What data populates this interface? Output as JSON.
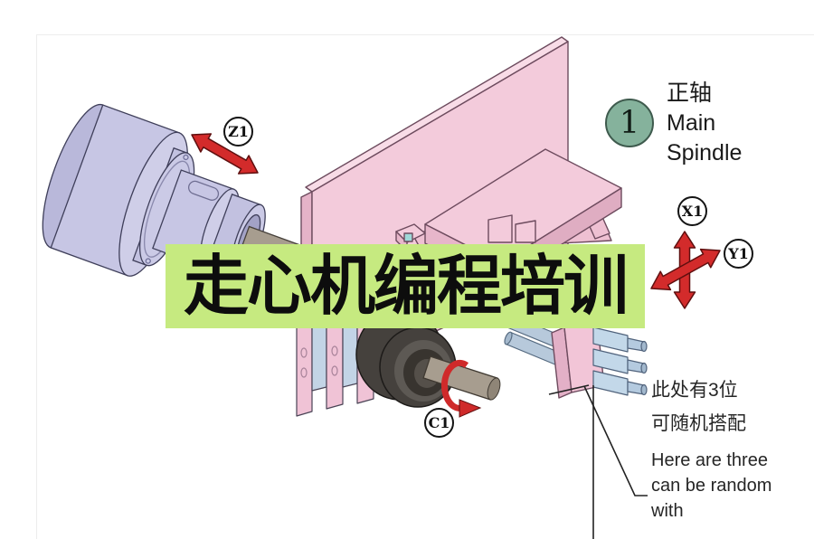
{
  "banner": {
    "text": "走心机编程培训"
  },
  "spindle_callout": {
    "number": "1",
    "label_zh": "正轴",
    "label_en_line1": "Main",
    "label_en_line2": "Spindle"
  },
  "axis_labels": {
    "z": "Z1",
    "x": "X1",
    "y": "Y1",
    "c": "C1"
  },
  "tool_note": {
    "zh_line1": "此处有3位",
    "zh_line2": "可随机搭配",
    "en_line1": "Here are three",
    "en_line2": "can be random",
    "en_line3": "with"
  },
  "icons": {
    "z_axis_arrow": "double-arrow-diagonal",
    "x_axis_arrow": "double-arrow-vertical",
    "y_axis_arrow": "double-arrow-diagonal",
    "c_axis_arrow": "rotation-arrow"
  },
  "colors": {
    "banner_bg": "#c6ea80",
    "badge_green": "#85b29c",
    "arrow_red": "#d32b2b",
    "machine_pink": "#f3cbdb",
    "spindle_purple": "#c7c6e4",
    "tool_blue": "#c3d8e9",
    "guide_bushing_gray": "#45413d"
  }
}
